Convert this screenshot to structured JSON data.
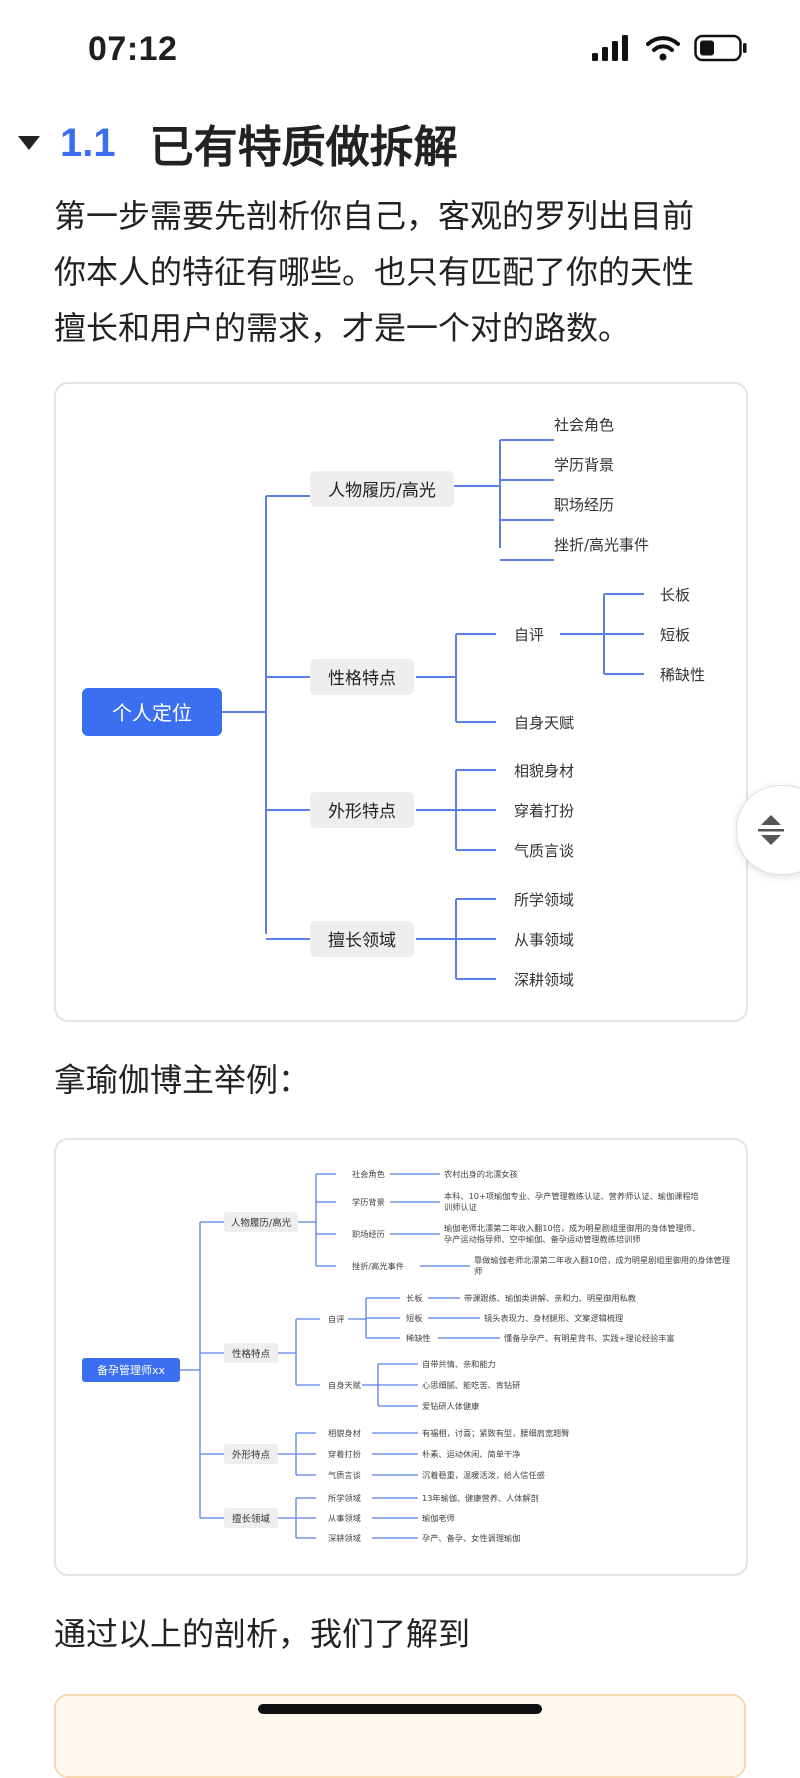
{
  "status_bar": {
    "time": "07:12"
  },
  "section": {
    "number": "1.1",
    "title": "已有特质做拆解",
    "intro_lines": [
      "第一步需要先剖析你自己，客观的罗列出目前",
      "你本人的特征有哪些。也只有匹配了你的天性",
      "擅长和用户的需求，才是一个对的路数。"
    ],
    "example_heading": "拿瑜伽博主举例：",
    "conclusion_heading": "通过以上的剖析，我们了解到"
  },
  "mindmap1": {
    "root": "个人定位",
    "branches": [
      {
        "label": "人物履历/高光",
        "children": [
          "社会角色",
          "学历背景",
          "职场经历",
          "挫折/高光事件"
        ]
      },
      {
        "label": "性格特点",
        "children": [
          "自评",
          "自身天赋"
        ],
        "grandchildren": [
          "长板",
          "短板",
          "稀缺性"
        ]
      },
      {
        "label": "外形特点",
        "children": [
          "相貌身材",
          "穿着打扮",
          "气质言谈"
        ]
      },
      {
        "label": "擅长领域",
        "children": [
          "所学领域",
          "从事领域",
          "深耕领域"
        ]
      }
    ]
  },
  "mindmap2": {
    "root": "备孕管理师xx",
    "branches": [
      {
        "label": "人物履历/高光",
        "items": [
          {
            "label": "社会角色",
            "detail": [
              "农村出身的北漂女孩"
            ]
          },
          {
            "label": "学历背景",
            "detail": [
              "本科、10+项瑜伽专业、孕产管理教练认证、营养师认证、瑜伽课程培",
              "训师认证"
            ]
          },
          {
            "label": "职场经历",
            "detail": [
              "瑜伽老师北漂第二年收入翻10倍，成为明星剧组里御用的身体管理师、",
              "孕产运动指导师、空中瑜伽、备孕运动管理教练培训师"
            ]
          },
          {
            "label": "挫折/高光事件",
            "detail": [
              "靠做瑜伽老师北漂第二年收入翻10倍，成为明星剧组里御用的身体管理",
              "师"
            ]
          }
        ]
      },
      {
        "label": "性格特点",
        "items": [
          {
            "label": "自评",
            "sub": [
              {
                "label": "长板",
                "detail": "带课跟练、瑜伽类讲解、亲和力、明星御用私教"
              },
              {
                "label": "短板",
                "detail": "镜头表现力、身材腿形、文案逻辑梳理"
              },
              {
                "label": "稀缺性",
                "detail": "懂备孕孕产、有明星背书、实践+理论经验丰富"
              }
            ]
          },
          {
            "label": "自身天赋",
            "sub": [
              {
                "label": "自带共情、亲和能力"
              },
              {
                "label": "心思细腻、能吃苦、肯钻研"
              },
              {
                "label": "爱钻研人体健康"
              }
            ]
          }
        ]
      },
      {
        "label": "外形特点",
        "items": [
          {
            "label": "相貌身材",
            "detail": [
              "有福相，讨喜；紧致有型，腰细肩宽翘臀"
            ]
          },
          {
            "label": "穿着打扮",
            "detail": [
              "朴素、运动休闲、简单干净"
            ]
          },
          {
            "label": "气质言谈",
            "detail": [
              "沉着稳重，温暖活泼，给人信任感"
            ]
          }
        ]
      },
      {
        "label": "擅长领域",
        "items": [
          {
            "label": "所学领域",
            "detail": [
              "13年瑜伽、健康营养、人体解剖"
            ]
          },
          {
            "label": "从事领域",
            "detail": [
              "瑜伽老师"
            ]
          },
          {
            "label": "深耕领域",
            "detail": [
              "孕产、备孕、女性调理瑜伽"
            ]
          }
        ]
      }
    ]
  },
  "colors": {
    "accent": "#3b6ff0",
    "line": "#5b7fe6",
    "pill": "#eeeeef",
    "text": "#222222"
  },
  "icons": [
    "signal-icon",
    "wifi-icon",
    "battery-icon",
    "collapse-triangle-icon",
    "scroll-handle-icon"
  ]
}
